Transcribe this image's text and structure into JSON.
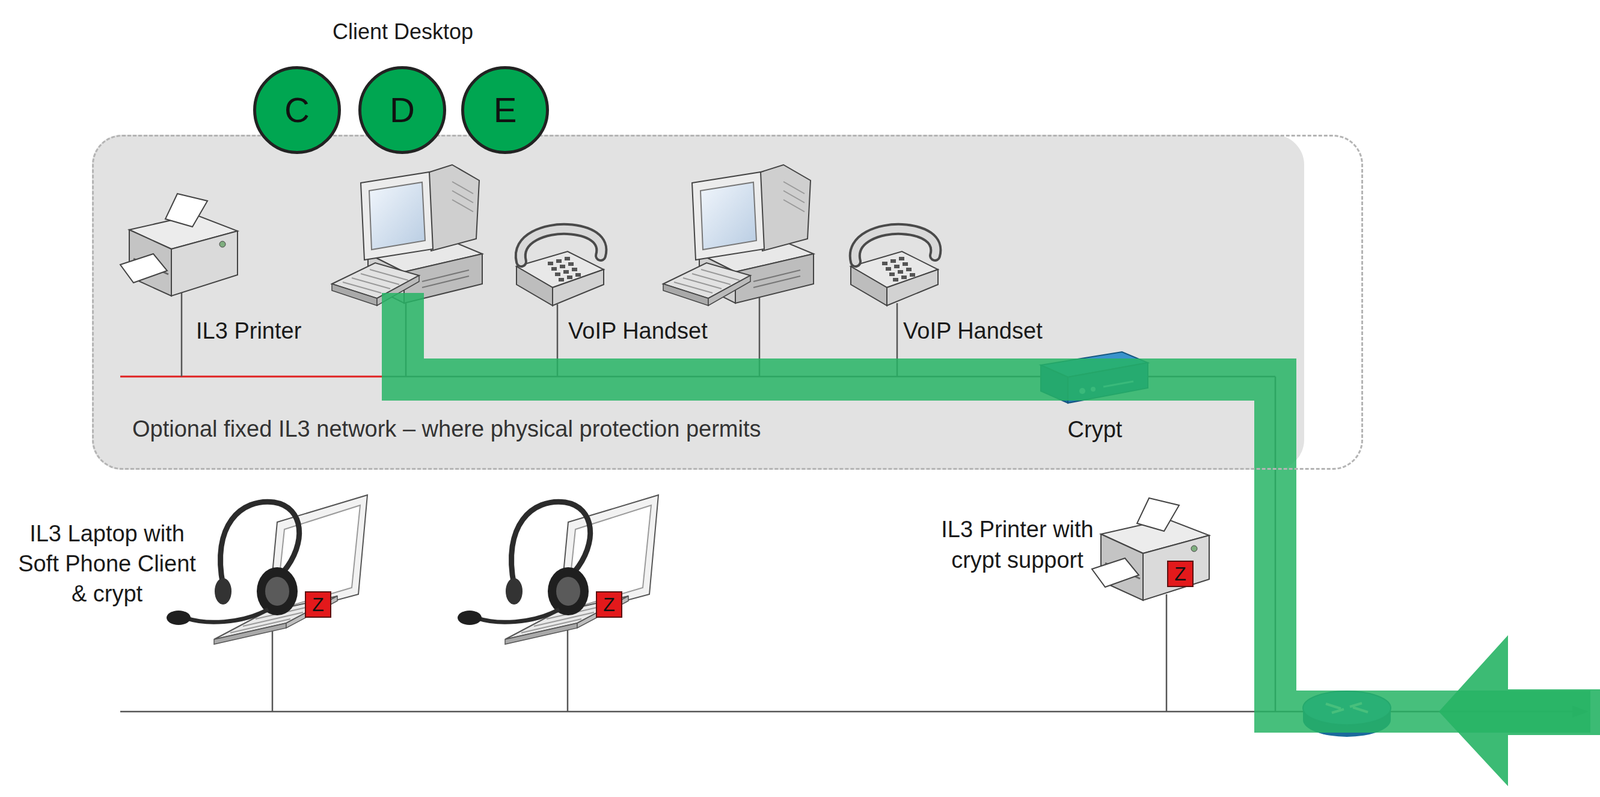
{
  "diagram": {
    "nodes": [
      {
        "text": [
          "C"
        ]
      },
      {
        "text": [
          "D"
        ]
      },
      {
        "text": [
          "E"
        ]
      },
      {
        "text": [
          "Optional fixed IL3 network – where physical protection permits"
        ]
      },
      {
        "text": [
          "Z"
        ]
      },
      {
        "text": [
          "Z"
        ]
      },
      {
        "text": [
          "Z"
        ]
      }
    ],
    "labels": [
      "Client Desktop",
      "IL3 Printer",
      "VoIP Handset",
      "VoIP Handset",
      "Crypt",
      "IL3 Laptop with Soft Phone Client & crypt",
      "IL3 Printer with crypt support"
    ]
  }
}
